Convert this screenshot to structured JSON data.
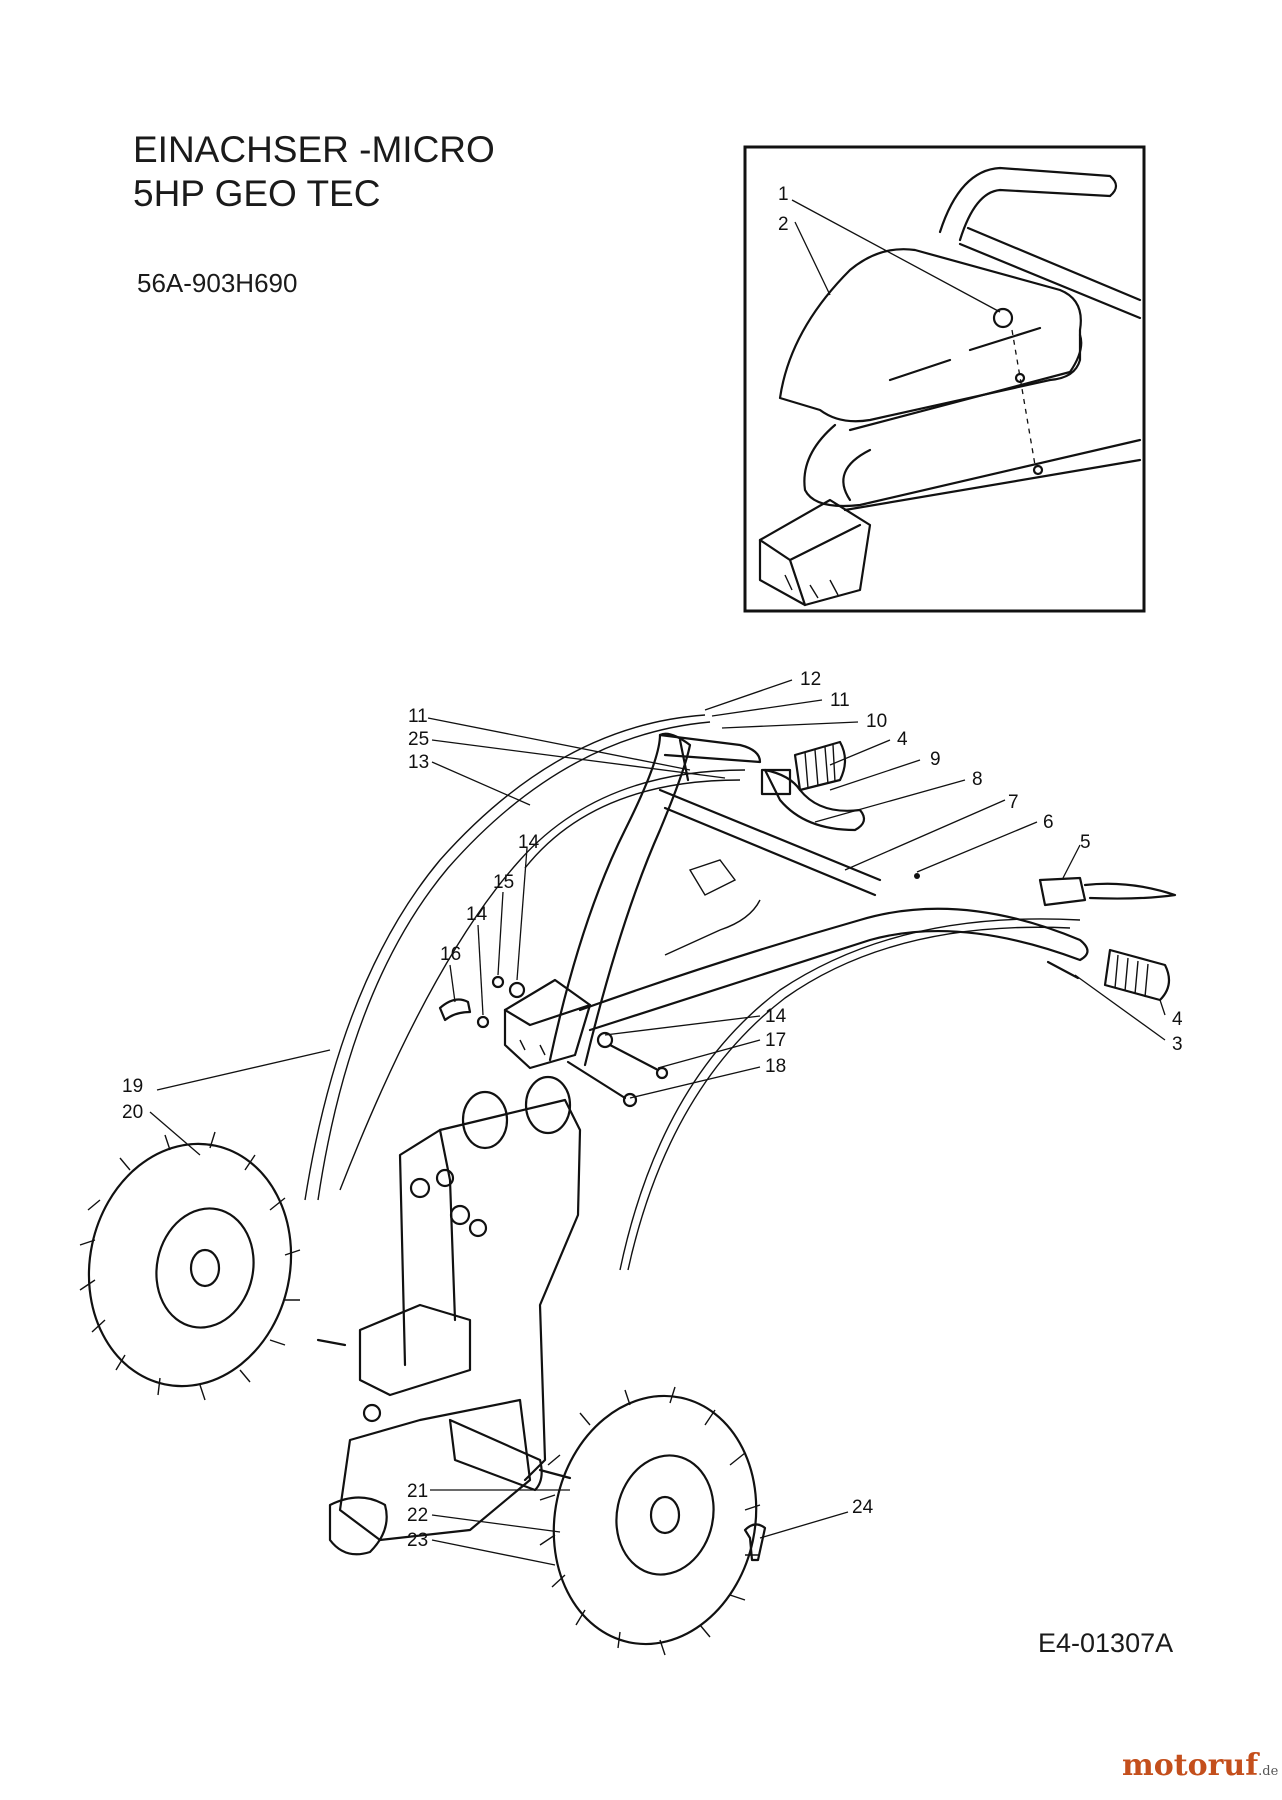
{
  "header": {
    "title_line1": "EINACHSER -MICRO",
    "title_line2": "5HP GEO TEC",
    "model_number": "56A-903H690"
  },
  "footer": {
    "drawing_code": "E4-01307A",
    "watermark_main": "motoruf",
    "watermark_suffix": ".de"
  },
  "callouts": {
    "inset": [
      "1",
      "2"
    ],
    "main": [
      "12",
      "11",
      "10",
      "11",
      "25",
      "13",
      "4",
      "9",
      "8",
      "7",
      "6",
      "5",
      "14",
      "15",
      "14",
      "16",
      "14",
      "17",
      "18",
      "4",
      "3",
      "19",
      "20",
      "21",
      "22",
      "23",
      "24"
    ]
  }
}
